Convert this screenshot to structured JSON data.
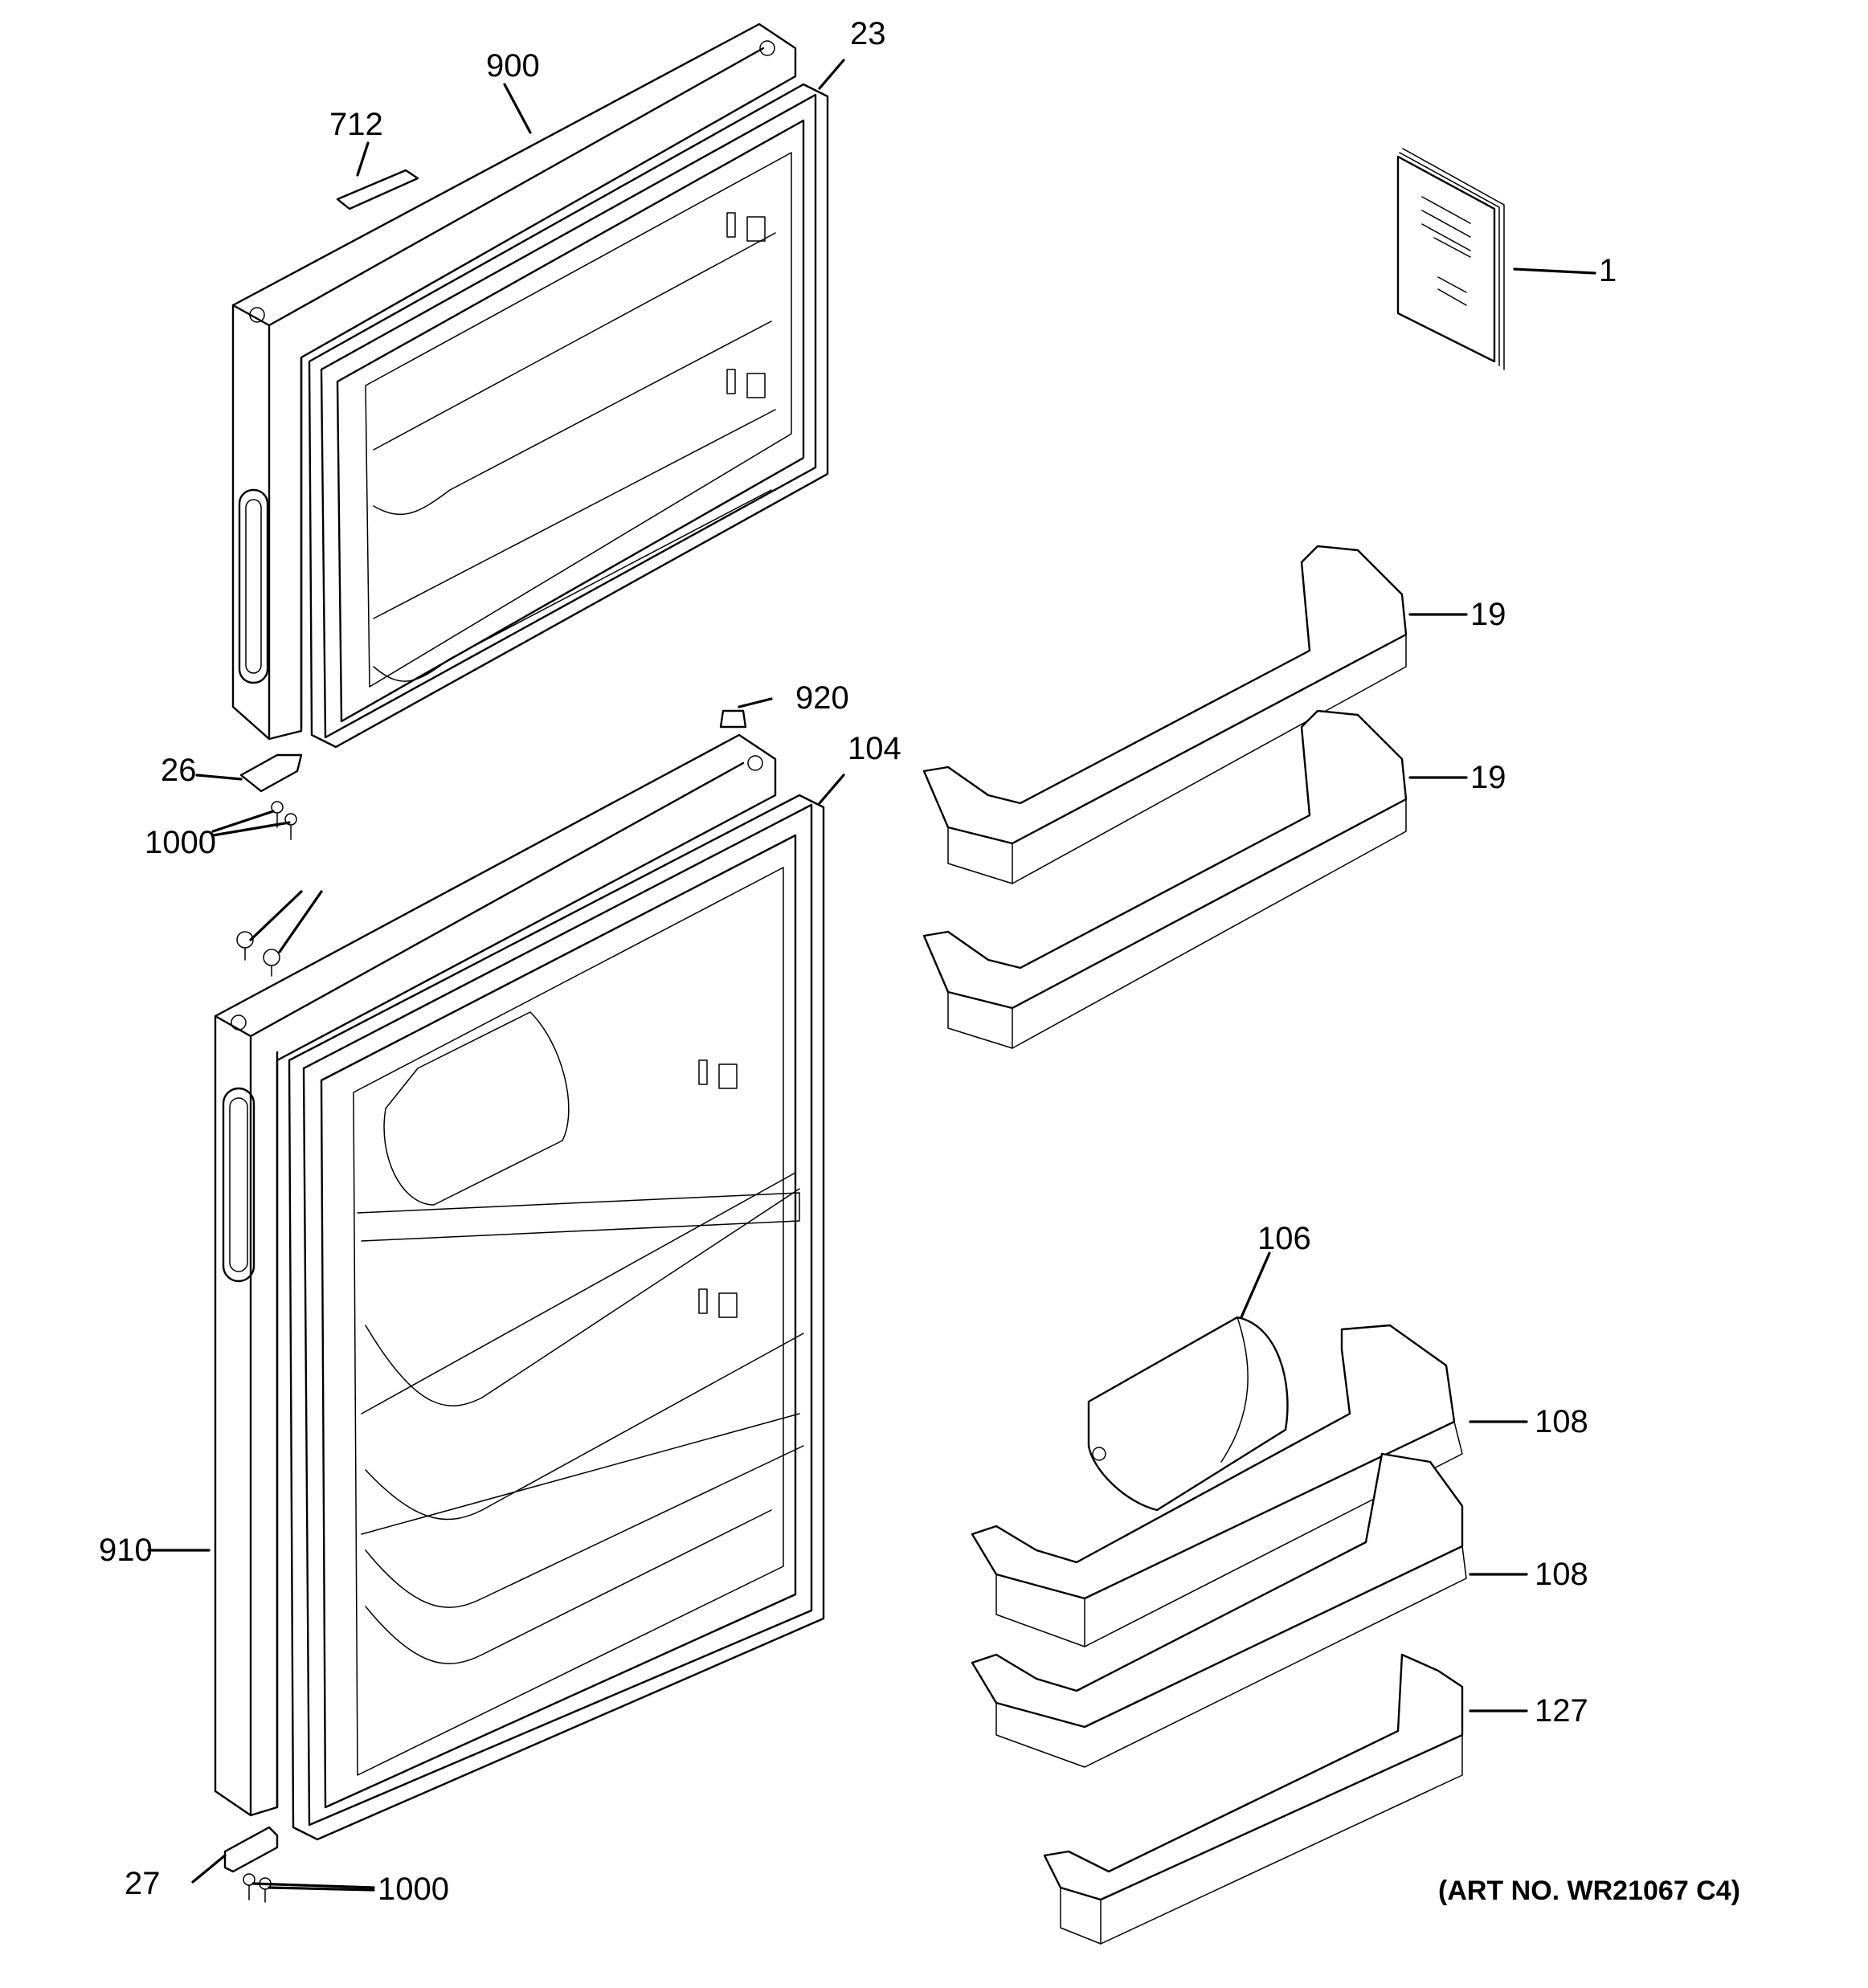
{
  "callouts": {
    "c1": "1",
    "c19a": "19",
    "c19b": "19",
    "c23": "23",
    "c26": "26",
    "c27": "27",
    "c104": "104",
    "c106": "106",
    "c108a": "108",
    "c108b": "108",
    "c127": "127",
    "c712": "712",
    "c900": "900",
    "c910": "910",
    "c920": "920",
    "c1000a": "1000",
    "c1000b": "1000"
  },
  "art_number": "(ART NO. WR21067 C4)"
}
